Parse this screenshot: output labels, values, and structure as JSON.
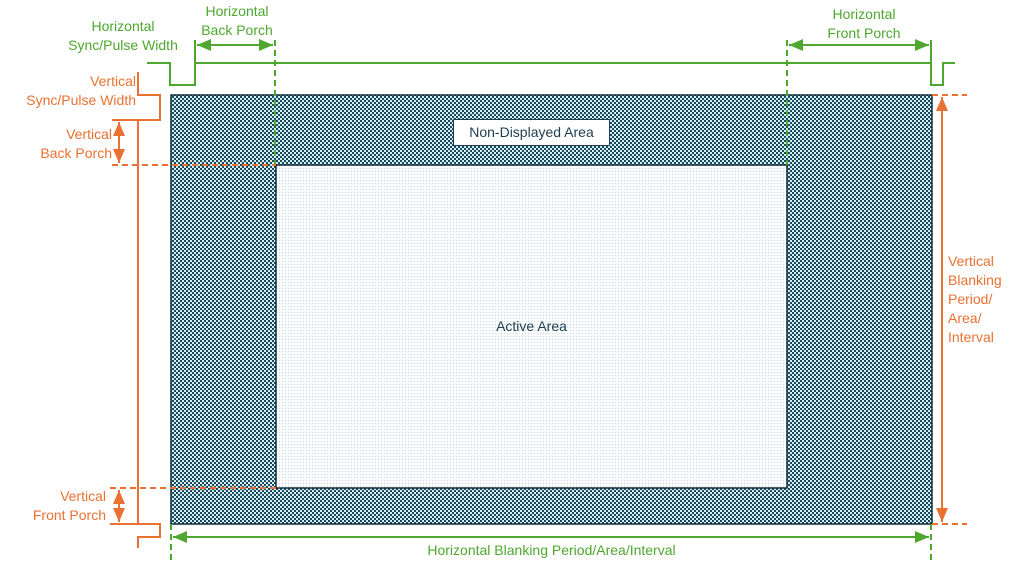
{
  "labels": {
    "h_sync": [
      "Horizontal",
      "Sync/Pulse Width"
    ],
    "h_back": [
      "Horizontal",
      "Back Porch"
    ],
    "h_front": [
      "Horizontal",
      "Front Porch"
    ],
    "v_sync": [
      "Vertical",
      "Sync/Pulse Width"
    ],
    "v_back": [
      "Vertical",
      "Back Porch"
    ],
    "v_front": [
      "Vertical",
      "Front Porch"
    ],
    "v_blank": [
      "Vertical",
      "Blanking",
      "Period/",
      "Area/",
      "Interval"
    ],
    "h_blank": "Horizontal Blanking Period/Area/Interval",
    "non_displayed": "Non-Displayed Area",
    "active": "Active Area"
  },
  "colors": {
    "horizontal": "#4ea72e",
    "vertical": "#e97132",
    "frame": "#1d3d4f"
  }
}
